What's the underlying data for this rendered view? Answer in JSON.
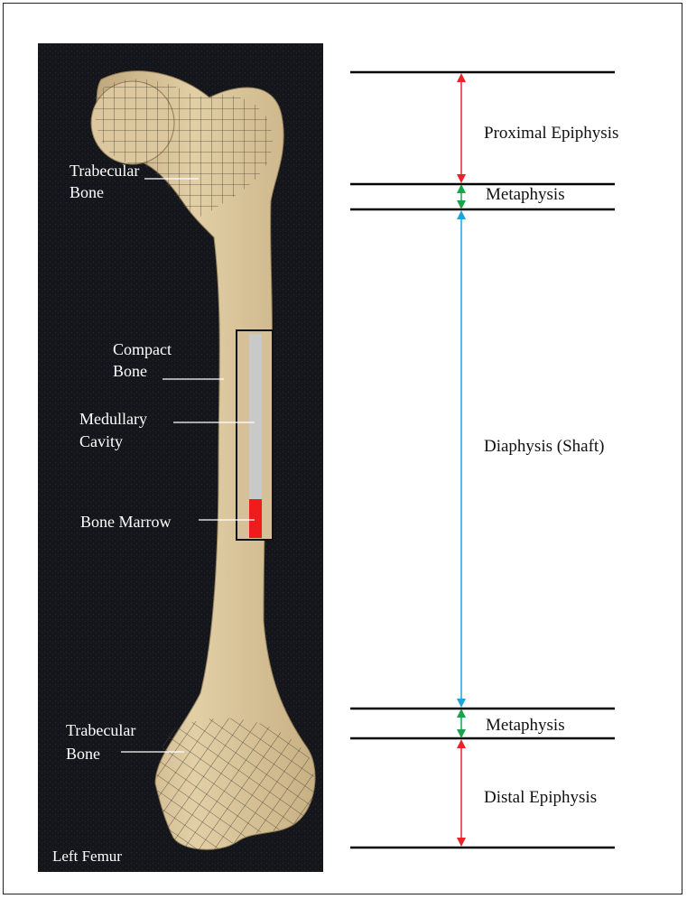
{
  "figure": {
    "bone_labels": {
      "trabecular_top_line1": "Trabecular",
      "trabecular_top_line2": "Bone",
      "compact_line1": "Compact",
      "compact_line2": "Bone",
      "medullary_line1": "Medullary",
      "medullary_line2": "Cavity",
      "marrow": "Bone Marrow",
      "trabecular_bottom_line1": "Trabecular",
      "trabecular_bottom_line2": "Bone",
      "caption": "Left Femur"
    },
    "region_labels": {
      "proximal_epiphysis": "Proximal Epiphysis",
      "metaphysis_top": "Metaphysis",
      "diaphysis": "Diaphysis (Shaft)",
      "metaphysis_bottom": "Metaphysis",
      "distal_epiphysis": "Distal Epiphysis"
    },
    "colors": {
      "epiphysis_arrow": "#e8242a",
      "metaphysis_arrow": "#1aa34a",
      "diaphysis_arrow": "#1fa3dc",
      "bone": "#d8c39a",
      "marrow": "#ee1c1c",
      "cavity": "#c9c9c9"
    }
  }
}
